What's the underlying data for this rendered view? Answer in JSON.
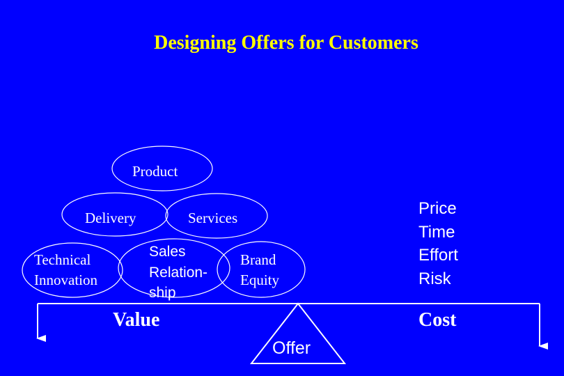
{
  "title": "Designing Offers for Customers",
  "value_components": {
    "product": "Product",
    "delivery": "Delivery",
    "services": "Services",
    "technical_innovation": [
      "Technical",
      "Innovation"
    ],
    "sales_relationship": [
      "Sales",
      "Relation-",
      "ship"
    ],
    "brand_equity": [
      "Brand",
      "Equity"
    ]
  },
  "cost_components": [
    "Price",
    "Time",
    "Effort",
    "Risk"
  ],
  "value_label": "Value",
  "cost_label": "Cost",
  "offer_label": "Offer",
  "colors": {
    "background": "#0000FF",
    "title": "#FFFF00",
    "lines": "#FFFFFF"
  }
}
